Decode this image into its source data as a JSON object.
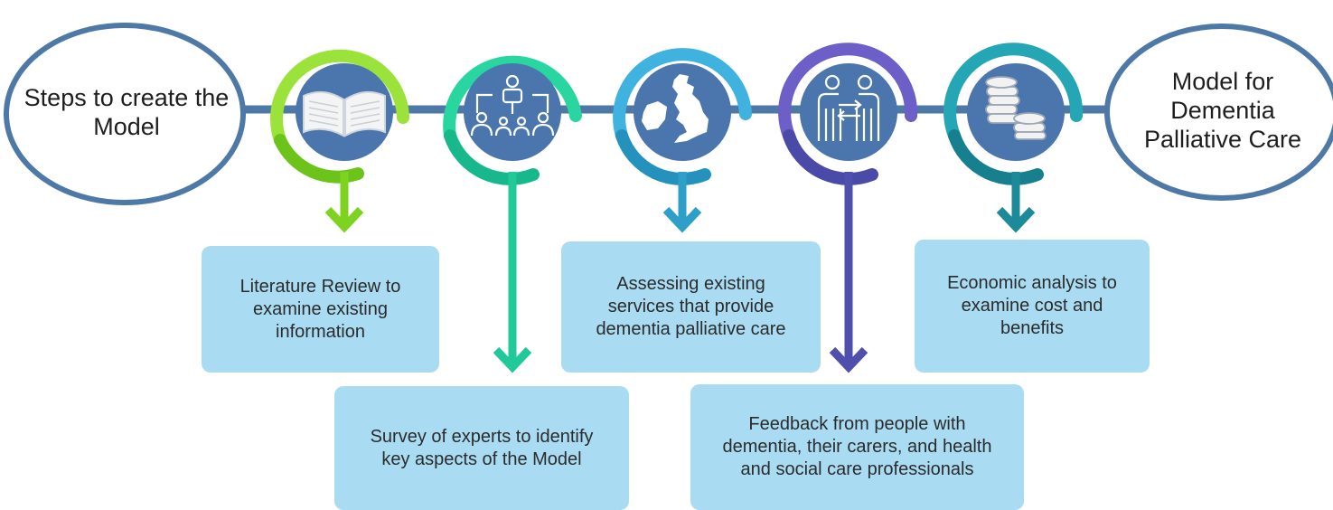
{
  "start_label": "Steps to create the Model",
  "end_label": "Model for Dementia Palliative Care",
  "steps": [
    {
      "label": "Literature Review to examine existing information",
      "icon": "book-icon",
      "color": "#7ed321"
    },
    {
      "label": "Survey of experts to identify key aspects of the Model",
      "icon": "people-network-icon",
      "color": "#20c997"
    },
    {
      "label": "Assessing existing services that provide dementia palliative care",
      "icon": "uk-map-icon",
      "color": "#2e9fc9"
    },
    {
      "label": "Feedback from people with dementia, their carers, and health and social care professionals",
      "icon": "two-people-exchange-icon",
      "color": "#4f4fae"
    },
    {
      "label": "Economic analysis to examine cost and benefits",
      "icon": "coins-icon",
      "color": "#1d8a99"
    }
  ],
  "colors": {
    "connector": "#4e79a7",
    "circle_fill": "#4a76ad",
    "box_fill": "#a9dcf3"
  }
}
